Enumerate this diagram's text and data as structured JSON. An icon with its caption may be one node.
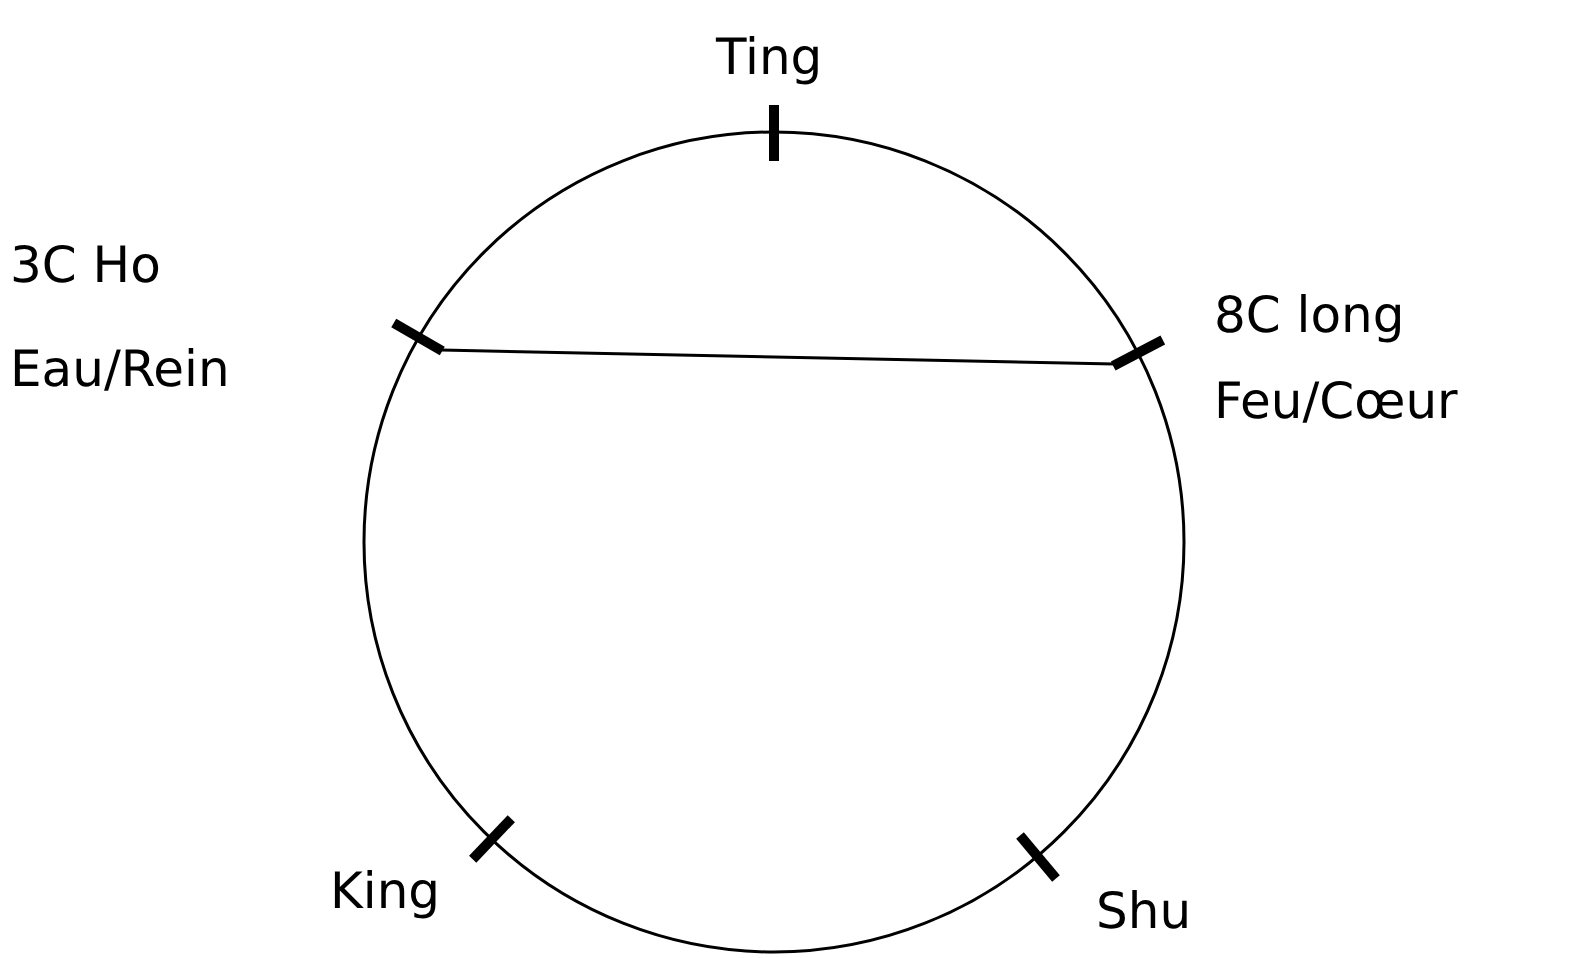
{
  "diagram": {
    "nodes": [
      {
        "text": [],
        "shape": "bar",
        "beside": [
          "Ting"
        ]
      },
      {
        "text": [],
        "shape": "bar",
        "beside": [
          "3C Ho",
          "Eau/Rein"
        ]
      },
      {
        "text": [],
        "shape": "bar",
        "beside": [
          "8C long",
          "Feu/Cœur"
        ]
      },
      {
        "text": [],
        "shape": "bar",
        "beside": [
          "King"
        ]
      },
      {
        "text": [],
        "shape": "bar",
        "beside": [
          "Shu"
        ]
      }
    ],
    "edges": [
      {
        "from": 1,
        "to": 2,
        "arrow": "none"
      }
    ]
  }
}
